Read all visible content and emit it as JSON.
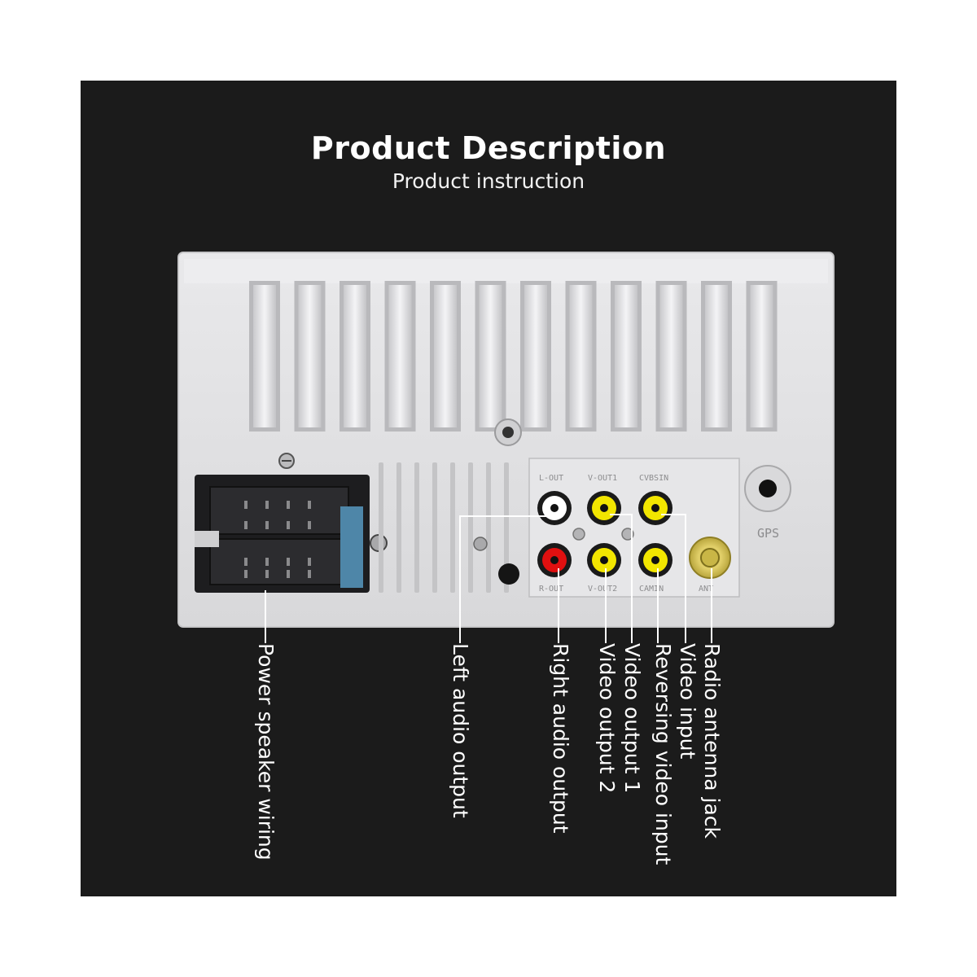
{
  "header": {
    "title": "Product Description",
    "subtitle": "Product instruction"
  },
  "colors": {
    "background": "#1b1b1b",
    "device_body": "#e2e2e4",
    "rca_yellow": "#f2e600",
    "rca_red": "#e01010",
    "rca_white": "#ffffff",
    "antenna_gold": "#d9c64a",
    "callout_line": "#ffffff"
  },
  "device": {
    "port_marks": {
      "l_out": "L-OUT",
      "v_out1": "V-OUT1",
      "cvbs_in": "CVBSIN",
      "r_out": "R-OUT",
      "v_out2": "V-OUT2",
      "cam_in": "CAMIN",
      "ant": "ANT",
      "gps": "GPS"
    }
  },
  "callouts": [
    {
      "id": "power",
      "label": "Power speaker wiring"
    },
    {
      "id": "left-audio",
      "label": "Left audio output"
    },
    {
      "id": "right-audio",
      "label": "Right audio output"
    },
    {
      "id": "video-out-2",
      "label": "Video output 2"
    },
    {
      "id": "video-out-1",
      "label": "Video output 1"
    },
    {
      "id": "reversing-video",
      "label": "Reversing video input"
    },
    {
      "id": "video-input",
      "label": "Video input"
    },
    {
      "id": "radio-antenna",
      "label": "Radio antenna jack"
    }
  ]
}
